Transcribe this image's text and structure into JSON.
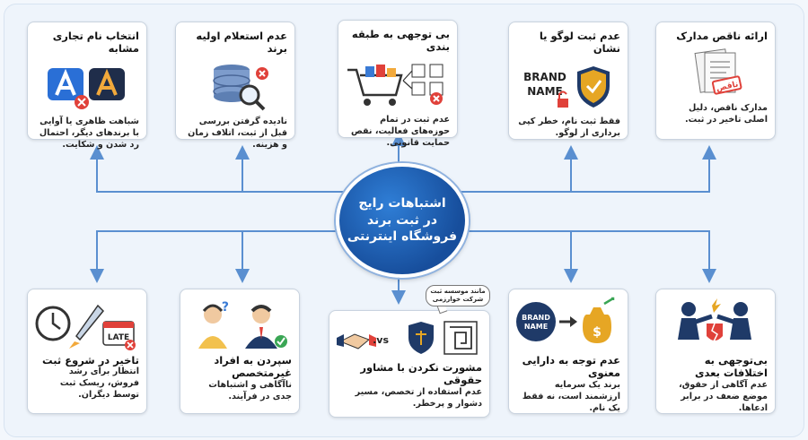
{
  "center": {
    "line1": "اشتباهات رایج",
    "line2": "در ثبت برند",
    "line3": "فروشگاه اینترنتی"
  },
  "cards": {
    "c1": {
      "title": "انتخاب نام تجاری مشابه",
      "desc": "شباهت ظاهری یا آوایی با برندهای دیگر، احتمال رد شدن و شکایت.",
      "icon": "similar-logos-icon"
    },
    "c2": {
      "title": "عدم استعلام اولیه برند",
      "desc": "نادیده گرفتن بررسی قبل از ثبت، اتلاف زمان و هزینه.",
      "icon": "database-search-icon"
    },
    "c3": {
      "title": "بی توجهی به طبقه بندی",
      "desc": "عدم ثبت در تمام حوزه‌های فعالیت، نقص حمایت قانونی.",
      "icon": "cart-classes-icon"
    },
    "c4": {
      "title": "عدم ثبت لوگو یا نشان",
      "desc": "فقط ثبت نام، خطر کپی برداری از لوگو.",
      "icon": "shield-lock-icon",
      "brand_line1": "BRAND",
      "brand_line2": "NAME"
    },
    "c5": {
      "title": "ارائه ناقص مدارک",
      "desc": "مدارک ناقص، دلیل اصلی تاخیر در ثبت.",
      "icon": "documents-stamp-icon",
      "stamp": "ناقص"
    },
    "c6": {
      "title": "تاخیر در شروع ثبت",
      "desc": "انتظار برای رشد فروش، ریسک ثبت توسط دیگران.",
      "icon": "clock-rocket-icon",
      "late": "LATE"
    },
    "c7": {
      "title": "سپردن به افراد غیرمتخصص",
      "desc": "ناآگاهی و اشتباهات جدی در فرآیند.",
      "icon": "confused-person-icon"
    },
    "c8": {
      "title": "مشورت نکردن با مشاور حقوقی",
      "desc": "عدم استفاده از تخصص، مسیر دشوار و پرخطر.",
      "icon": "legal-advice-icon",
      "vs": "vs."
    },
    "c9": {
      "title": "عدم توجه به دارایی معنوی",
      "desc": "برند یک سرمایه ارزشمند است، نه فقط یک نام.",
      "icon": "brand-value-icon",
      "brand_line1": "BRAND",
      "brand_line2": "NAME"
    },
    "c10": {
      "title": "بی‌توجهی به اختلافات بعدی",
      "desc": "عدم آگاهی از حقوق، موضع ضعف در برابر ادعاها.",
      "icon": "dispute-icon"
    }
  },
  "bubble": {
    "text": "مانند موسسه ثبت شرکت خوارزمی"
  },
  "colors": {
    "connector": "#5a8fd0",
    "center": "#1e5fb0",
    "red": "#e0413a",
    "navy": "#1f3a68",
    "gold": "#e6a624"
  }
}
